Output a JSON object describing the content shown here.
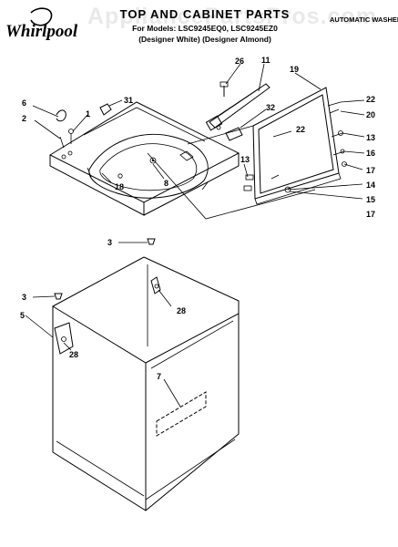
{
  "header": {
    "brand": "Whirlpool",
    "title": "TOP AND CABINET PARTS",
    "model_line": "For Models: LSC9245EQ0, LSC9245EZ0",
    "variants": "(Designer White)  (Designer Almond)",
    "product_type": "AUTOMATIC WASHER",
    "watermark": "AppliancePartsPros.com"
  },
  "callouts": [
    "26",
    "11",
    "19",
    "22",
    "6",
    "31",
    "1",
    "2",
    "32",
    "22",
    "20",
    "13",
    "16",
    "18",
    "8",
    "13",
    "17",
    "14",
    "15",
    "17",
    "3",
    "3",
    "28",
    "5",
    "28",
    "7"
  ]
}
